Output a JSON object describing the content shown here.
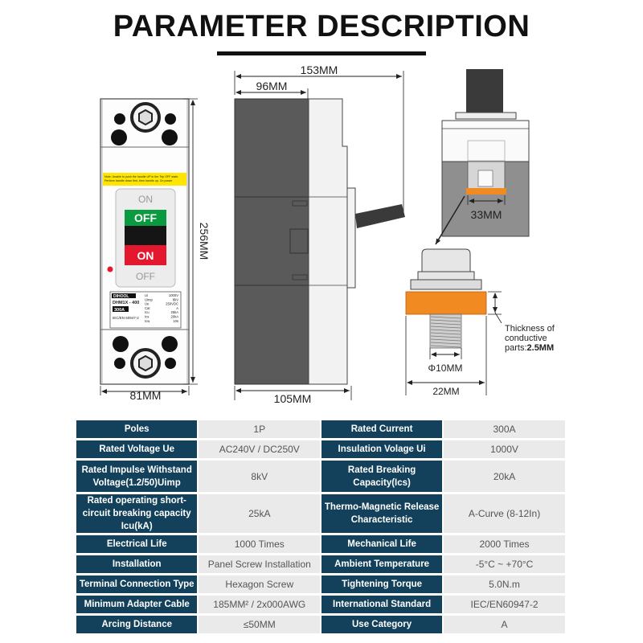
{
  "title": "PARAMETER DESCRIPTION",
  "dimensions": {
    "height": "256MM",
    "width_front": "81MM",
    "depth_total": "153MM",
    "depth_body": "96MM",
    "depth_base": "105MM",
    "terminal_width": "33MM",
    "bolt_diameter": "Φ10MM",
    "plate_width": "22MM",
    "thickness_note": [
      "Thickness of",
      "conductive",
      "parts:"
    ],
    "thickness_value": "2.5MM"
  },
  "breaker_label": {
    "brand": "DIHOOL",
    "model": "DHM1X - 400",
    "current": "300A",
    "standard": "IEC/EN 60947-2",
    "warning": "Note: Unable to push the handle UP in the Trip OFF state. Perform handle down first, then handle up. On power",
    "specs": [
      [
        "Ui",
        "1000V"
      ],
      [
        "Uimp",
        "8kV"
      ],
      [
        "Ue",
        "250VDC"
      ],
      [
        "Cat",
        "A"
      ],
      [
        "Icu",
        "25kA"
      ],
      [
        "Ics",
        "20kA"
      ],
      [
        "Icw",
        "10s"
      ]
    ]
  },
  "switch": {
    "on_top": "ON",
    "off_green": "OFF",
    "on_red": "ON",
    "off_bottom": "OFF"
  },
  "colors": {
    "header_bg": "#13415b",
    "value_bg": "#eaeaea",
    "terminal_orange": "#f28a22",
    "green": "#0a9a3f",
    "red": "#e3172d"
  },
  "specs": [
    {
      "l1": "Poles",
      "v1": "1P",
      "l2": "Rated Current",
      "v2": "300A"
    },
    {
      "l1": "Rated Voltage Ue",
      "v1": "AC240V / DC250V",
      "l2": "Insulation Volage Ui",
      "v2": "1000V"
    },
    {
      "l1": "Rated Impulse Withstand Voltage(1.2/50)Uimp",
      "v1": "8kV",
      "l2": "Rated Breaking Capacity(Ics)",
      "v2": "20kA"
    },
    {
      "l1": "Rated operating short-circuit breaking capacity Icu(kA)",
      "v1": "25kA",
      "l2": "Thermo-Magnetic Release Characteristic",
      "v2": "A-Curve (8-12In)"
    },
    {
      "l1": "Electrical Life",
      "v1": "1000 Times",
      "l2": "Mechanical Life",
      "v2": "2000 Times"
    },
    {
      "l1": "Installation",
      "v1": "Panel Screw Installation",
      "l2": "Ambient Temperature",
      "v2": "-5°C ~ +70°C"
    },
    {
      "l1": "Terminal Connection Type",
      "v1": "Hexagon Screw",
      "l2": "Tightening Torque",
      "v2": "5.0N.m"
    },
    {
      "l1": "Minimum Adapter Cable",
      "v1": "185MM² / 2x000AWG",
      "l2": "International Standard",
      "v2": "IEC/EN60947-2"
    },
    {
      "l1": "Arcing Distance",
      "v1": "≤50MM",
      "l2": "Use Category",
      "v2": "A"
    }
  ]
}
